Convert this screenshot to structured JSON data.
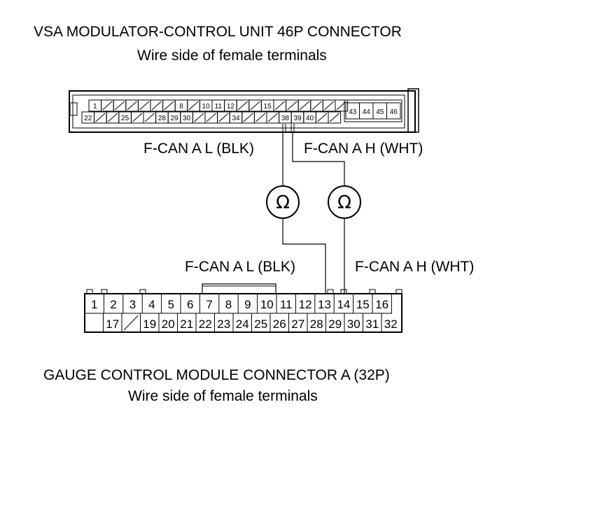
{
  "vsa": {
    "title": "VSA MODULATOR-CONTROL UNIT 46P CONNECTOR",
    "subtitle": "Wire side of female terminals",
    "top_row": [
      {
        "n": "1"
      },
      {
        "n": ""
      },
      {
        "n": ""
      },
      {
        "n": ""
      },
      {
        "n": ""
      },
      {
        "n": ""
      },
      {
        "n": ""
      },
      {
        "n": "8"
      },
      {
        "n": ""
      },
      {
        "n": "10"
      },
      {
        "n": "11"
      },
      {
        "n": "12"
      },
      {
        "n": ""
      },
      {
        "n": ""
      },
      {
        "n": "15"
      },
      {
        "n": ""
      },
      {
        "n": ""
      },
      {
        "n": ""
      },
      {
        "n": ""
      },
      {
        "n": ""
      },
      {
        "n": ""
      }
    ],
    "bottom_row": [
      {
        "n": "22"
      },
      {
        "n": ""
      },
      {
        "n": ""
      },
      {
        "n": "25"
      },
      {
        "n": ""
      },
      {
        "n": ""
      },
      {
        "n": "28"
      },
      {
        "n": "29"
      },
      {
        "n": "30"
      },
      {
        "n": ""
      },
      {
        "n": ""
      },
      {
        "n": ""
      },
      {
        "n": "34"
      },
      {
        "n": ""
      },
      {
        "n": ""
      },
      {
        "n": ""
      },
      {
        "n": "38"
      },
      {
        "n": "39"
      },
      {
        "n": "40"
      },
      {
        "n": ""
      },
      {
        "n": ""
      }
    ],
    "right_block": [
      "43",
      "44",
      "45",
      "46"
    ],
    "label_left": "F-CAN A L (BLK)",
    "label_right": "F-CAN A H (WHT)"
  },
  "meters": {
    "left_symbol": "Ω",
    "right_symbol": "Ω"
  },
  "gauge": {
    "title": "GAUGE CONTROL MODULE CONNECTOR A (32P)",
    "subtitle": "Wire side of female terminals",
    "label_left": "F-CAN A L (BLK)",
    "label_right": "F-CAN A H (WHT)",
    "top_row": [
      "1",
      "2",
      "3",
      "4",
      "5",
      "6",
      "7",
      "8",
      "9",
      "10",
      "11",
      "12",
      "13",
      "14",
      "15",
      "16"
    ],
    "bottom_row": [
      "",
      "17",
      "",
      "19",
      "20",
      "21",
      "22",
      "23",
      "24",
      "25",
      "26",
      "27",
      "28",
      "29",
      "30",
      "31",
      "32"
    ]
  },
  "icons": {
    "meter": "ohmmeter-icon"
  }
}
